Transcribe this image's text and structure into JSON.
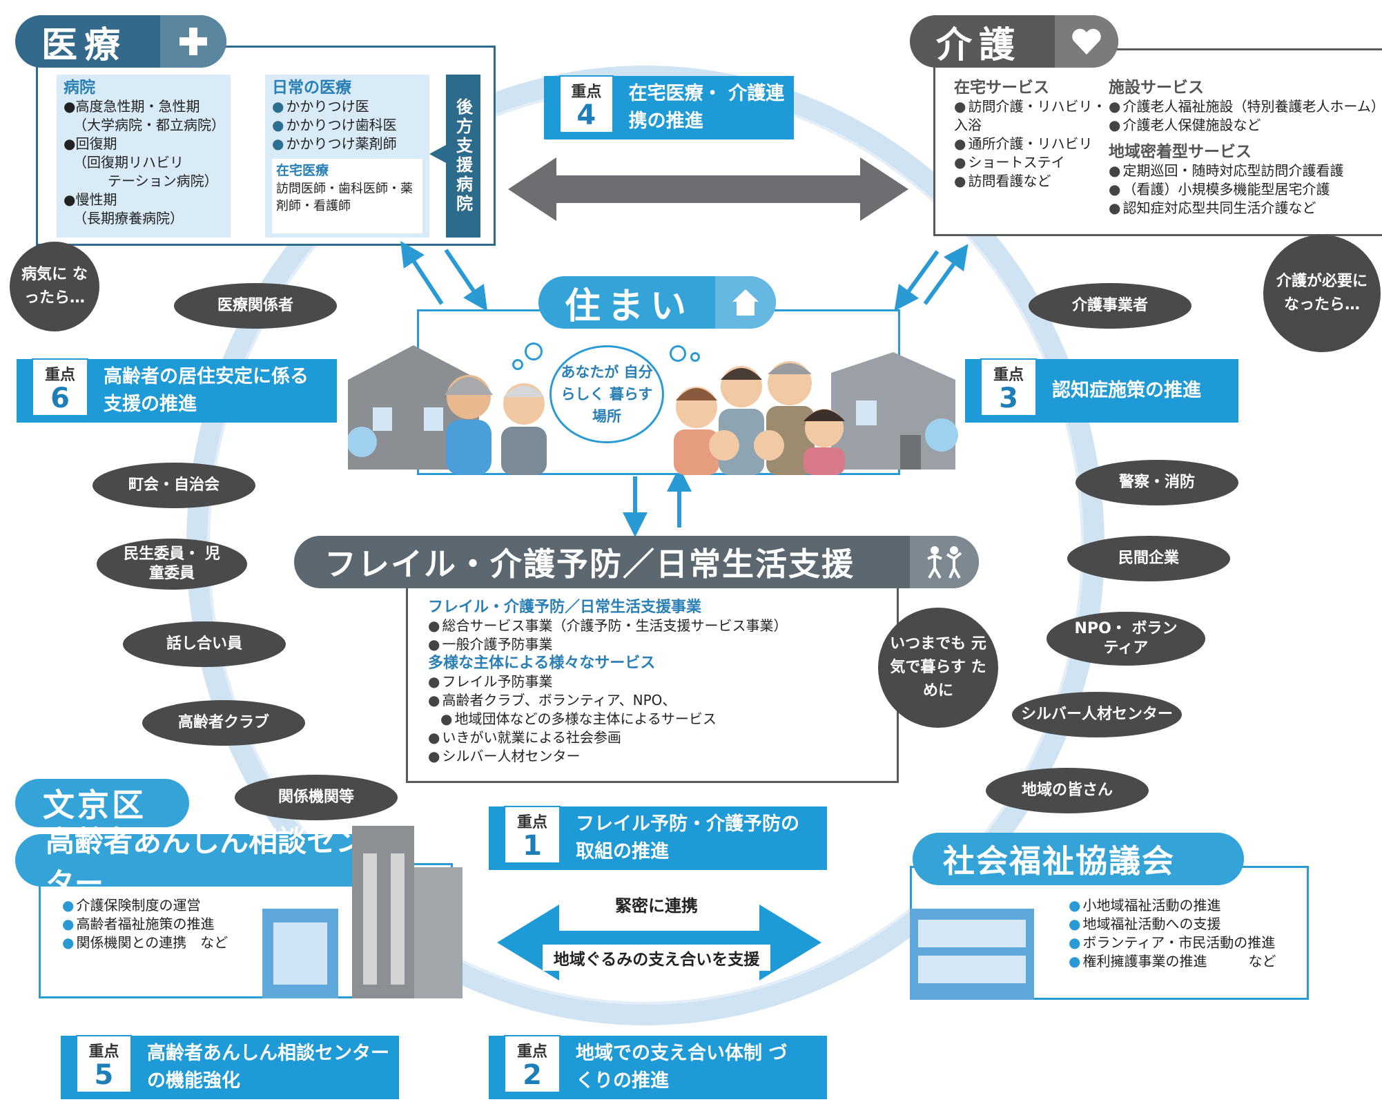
{
  "iryo": {
    "title": "医療",
    "icon": "plus-icon",
    "hospital": {
      "heading": "病院",
      "items": [
        "高度急性期・急性期",
        "（大学病院・都立病院）",
        "回復期",
        "（回復期リハビリ",
        "テーション病院）",
        "慢性期",
        "（長期療養病院）"
      ]
    },
    "daily": {
      "heading": "日常の医療",
      "items": [
        "かかりつけ医",
        "かかりつけ歯科医",
        "かかりつけ薬剤師"
      ],
      "home_heading": "在宅医療",
      "home_text": "訪問医師・歯科医師・薬剤師・看護師"
    },
    "support_hospital": "後方支援病院",
    "bubble": "病気に なったら…"
  },
  "kaigo": {
    "title": "介護",
    "icon": "heart-icon",
    "home_service": {
      "heading": "在宅サービス",
      "items": [
        "訪問介護・リハビリ・入浴",
        "通所介護・リハビリ",
        "ショートステイ",
        "訪問看護など"
      ]
    },
    "facility_service": {
      "heading": "施設サービス",
      "items": [
        "介護老人福祉施設（特別養護老人ホーム）",
        "介護老人保健施設など"
      ]
    },
    "community_service": {
      "heading": "地域密着型サービス",
      "items": [
        "定期巡回・随時対応型訪問介護看護",
        "（看護）小規模多機能型居宅介護",
        "認知症対応型共同生活介護など"
      ]
    },
    "bubble": "介護が必要に なったら…"
  },
  "sumai": {
    "title": "住まい",
    "icon": "house-icon",
    "thought": "あなたが 自分らしく 暮らす場所"
  },
  "frail": {
    "title": "フレイル・介護予防／日常生活支援",
    "icon": "exercise-icon",
    "section1": {
      "heading": "フレイル・介護予防／日常生活支援事業",
      "items": [
        "総合サービス事業（介護予防・生活支援サービス事業）",
        "一般介護予防事業"
      ]
    },
    "section2": {
      "heading": "多様な主体による様々なサービス",
      "items": [
        "フレイル予防事業",
        "高齢者クラブ、ボランティア、NPO、",
        "地域団体などの多様な主体によるサービス",
        "いきがい就業による社会参画",
        "シルバー人材センター"
      ]
    },
    "bubble": "いつまでも 元気で暮らす ために"
  },
  "bunkyo": {
    "ward": "文京区",
    "center_title": "高齢者あんしん相談センター",
    "items": [
      "介護保険制度の運営",
      "高齢者福祉施策の推進",
      "関係機関との連携　など"
    ]
  },
  "shakyo": {
    "title": "社会福祉協議会",
    "items": [
      "小地域福祉活動の推進",
      "地域福祉活動への支援",
      "ボランティア・市民活動の推進",
      "権利擁護事業の推進　　　など"
    ]
  },
  "focus_label": "重点",
  "focus": [
    {
      "num": "1",
      "text": "フレイル予防・介護予防の 取組の推進"
    },
    {
      "num": "2",
      "text": "地域での支え合い体制 づくりの推進"
    },
    {
      "num": "3",
      "text": "認知症施策の推進"
    },
    {
      "num": "4",
      "text": "在宅医療・ 介護連携の推進"
    },
    {
      "num": "5",
      "text": "高齢者あんしん相談センター の機能強化"
    },
    {
      "num": "6",
      "text": "高齢者の居住安定に係る 支援の推進"
    }
  ],
  "left_ovals": [
    "医療関係者",
    "町会・自治会",
    "民生委員・ 児童委員",
    "話し合い員",
    "高齢者クラブ",
    "関係機関等"
  ],
  "right_ovals": [
    "介護事業者",
    "警察・消防",
    "民間企業",
    "NPO・ ボランティア",
    "シルバー人材センター",
    "地域の皆さん"
  ],
  "link_top": "緊密に連携",
  "link_bottom": "地域ぐるみの支え合いを支援",
  "colors": {
    "navy": "#2d6b8d",
    "gray": "#58595b",
    "blue": "#1e9ad6",
    "light": "#d8ebf7"
  }
}
